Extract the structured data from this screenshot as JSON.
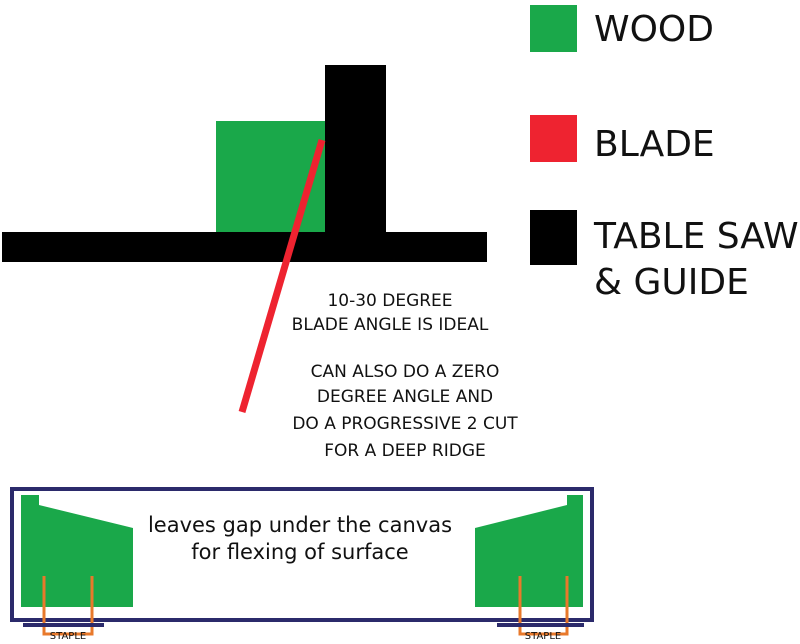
{
  "legend": {
    "items": [
      {
        "label": "WOOD",
        "color": "#1aa84a"
      },
      {
        "label": "BLADE",
        "color": "#ee2330"
      },
      {
        "label": "TABLE SAW\n& GUIDE",
        "color": "#000000"
      }
    ]
  },
  "notes": {
    "angle_line1": "10-30 DEGREE",
    "angle_line2": "BLADE ANGLE IS IDEAL",
    "alt_line1": "CAN ALSO DO A ZERO",
    "alt_line2": "DEGREE ANGLE AND",
    "alt_line3": "DO A PROGRESSIVE 2 CUT",
    "alt_line4": "FOR A DEEP RIDGE"
  },
  "bottom": {
    "caption_line1": "leaves gap under the canvas",
    "caption_line2": "for flexing of surface",
    "staple_left": "STAPLE",
    "staple_right": "STAPLE"
  },
  "colors": {
    "wood": "#1aa84a",
    "blade": "#ee2330",
    "saw": "#000000",
    "canvas_frame": "#2b2a6b",
    "staple": "#e8792b"
  }
}
